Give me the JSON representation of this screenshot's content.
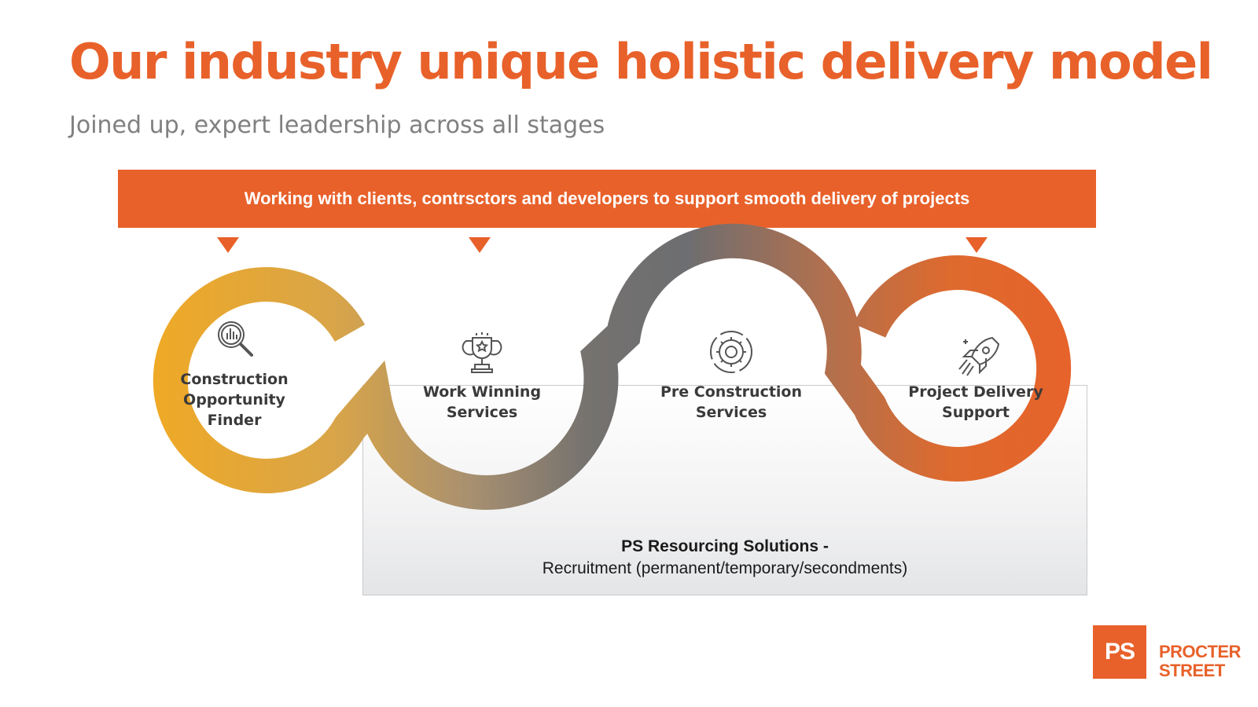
{
  "title": "Our industry unique holistic delivery model",
  "subtitle": "Joined up, expert leadership across all stages",
  "banner": "Working with clients, contrsctors and developers to support smooth delivery of projects",
  "stages": [
    {
      "lines": [
        "Construction",
        "Opportunity",
        "Finder"
      ],
      "icon": "magnifier-chart-icon"
    },
    {
      "lines": [
        "Work Winning",
        "Services"
      ],
      "icon": "trophy-icon"
    },
    {
      "lines": [
        "Pre Construction",
        "Services"
      ],
      "icon": "gear-icon"
    },
    {
      "lines": [
        "Project Delivery",
        "Support"
      ],
      "icon": "rocket-icon"
    }
  ],
  "resourcing": {
    "title": "PS Resourcing Solutions -",
    "detail": "Recruitment (permanent/temporary/secondments)"
  },
  "logo": {
    "mark": "PS",
    "line1": "PROCTER",
    "line2": "STREET"
  },
  "colors": {
    "accent": "#E8612A",
    "gold": "#F1AC24",
    "grey": "#6D6E71"
  }
}
